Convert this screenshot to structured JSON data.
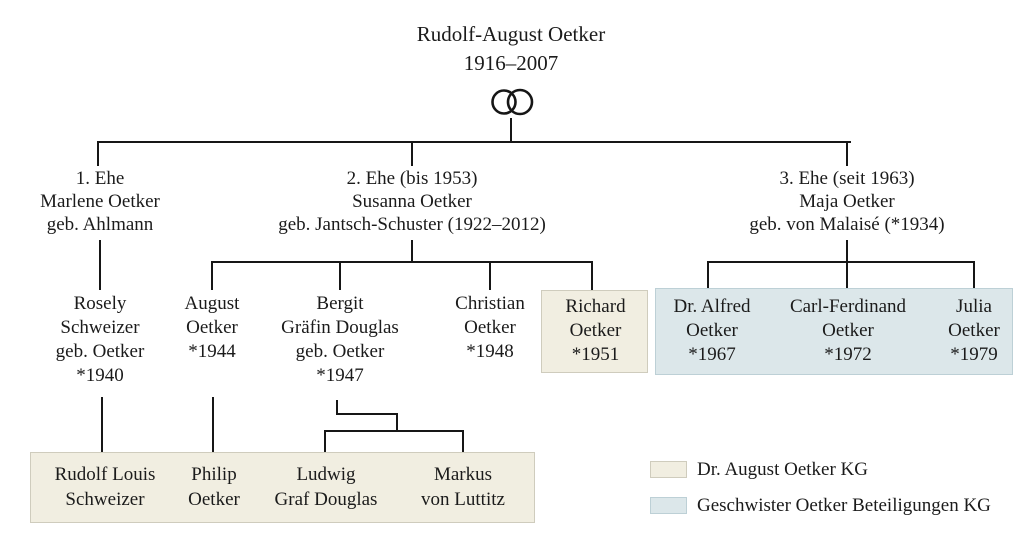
{
  "root": {
    "name": "Rudolf-August Oetker",
    "years": "1916–2007"
  },
  "marriages": [
    {
      "lines": [
        "1. Ehe",
        "Marlene Oetker",
        "geb. Ahlmann"
      ]
    },
    {
      "lines": [
        "2. Ehe (bis 1953)",
        "Susanna Oetker",
        "geb. Jantsch-Schuster (1922–2012)"
      ]
    },
    {
      "lines": [
        "3. Ehe (seit 1963)",
        "Maja Oetker",
        "geb. von Malaisé (*1934)"
      ]
    }
  ],
  "generation2": [
    {
      "lines": [
        "Rosely",
        "Schweizer",
        "geb. Oetker",
        "*1940"
      ]
    },
    {
      "lines": [
        "August",
        "Oetker",
        "*1944"
      ]
    },
    {
      "lines": [
        "Bergit",
        "Gräfin Douglas",
        "geb. Oetker",
        "*1947"
      ]
    },
    {
      "lines": [
        "Christian",
        "Oetker",
        "*1948"
      ]
    },
    {
      "lines": [
        "Richard",
        "Oetker",
        "*1951"
      ],
      "group": "Dr. August Oetker KG"
    },
    {
      "lines": [
        "Dr. Alfred",
        "Oetker",
        "*1967"
      ],
      "group": "Geschwister Oetker Beteiligungen KG"
    },
    {
      "lines": [
        "Carl-Ferdinand",
        "Oetker",
        "*1972"
      ],
      "group": "Geschwister Oetker Beteiligungen KG"
    },
    {
      "lines": [
        "Julia",
        "Oetker",
        "*1979"
      ],
      "group": "Geschwister Oetker Beteiligungen KG"
    }
  ],
  "generation3": [
    {
      "lines": [
        "Rudolf Louis",
        "Schweizer"
      ],
      "group": "Dr. August Oetker KG"
    },
    {
      "lines": [
        "Philip",
        "Oetker"
      ],
      "group": "Dr. August Oetker KG"
    },
    {
      "lines": [
        "Ludwig",
        "Graf Douglas"
      ],
      "group": "Dr. August Oetker KG"
    },
    {
      "lines": [
        "Markus",
        "von Luttitz"
      ],
      "group": "Dr. August Oetker KG"
    }
  ],
  "legend": [
    {
      "label": "Dr. August Oetker KG",
      "color": "#f1eee1"
    },
    {
      "label": "Geschwister Oetker Beteiligungen KG",
      "color": "#dce7ea"
    }
  ],
  "colors": {
    "background": "#ffffff",
    "line": "#161616",
    "text": "#1b1b1b",
    "beige_fill": "#f1eee1",
    "beige_border": "#cfccbd",
    "blue_fill": "#dce7ea",
    "blue_border": "#bdd0d6"
  }
}
